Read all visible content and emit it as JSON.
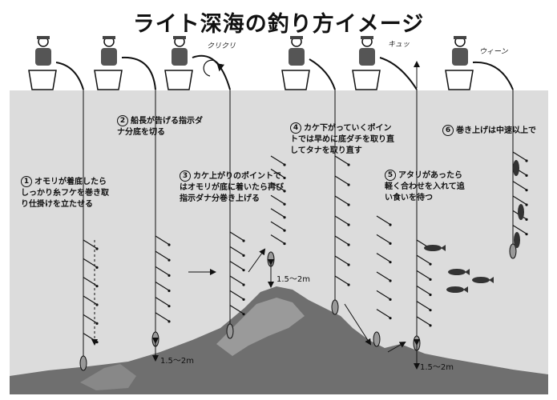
{
  "title": "ライト深海の釣り方イメージ",
  "steps": [
    {
      "num": "1",
      "text": "オモリが着底したらしっかり糸フケを巻き取り仕掛けを立たせる"
    },
    {
      "num": "2",
      "text": "船長が告げる指示ダナ分底を切る"
    },
    {
      "num": "3",
      "text": "カケ上がりのポイントではオモリが底に着いたら再び指示ダナ分巻き上げる"
    },
    {
      "num": "4",
      "text": "カケ下がっていくポイントでは早めに底ダチを取り直してタナを取り直す"
    },
    {
      "num": "5",
      "text": "アタリがあったら軽く合わせを入れて追い食いを待つ"
    },
    {
      "num": "6",
      "text": "巻き上げは中速以上で"
    }
  ],
  "distances": [
    "1.5～2m",
    "1.5～2m",
    "1.5～2m"
  ],
  "sound_effects": [
    "クリクリ",
    "キュッ",
    "ウィーン"
  ],
  "colors": {
    "water": "#dcdcdc",
    "rock_dark": "#6a6a6a",
    "rock_mid": "#8a8a8a",
    "ink": "#111111"
  }
}
